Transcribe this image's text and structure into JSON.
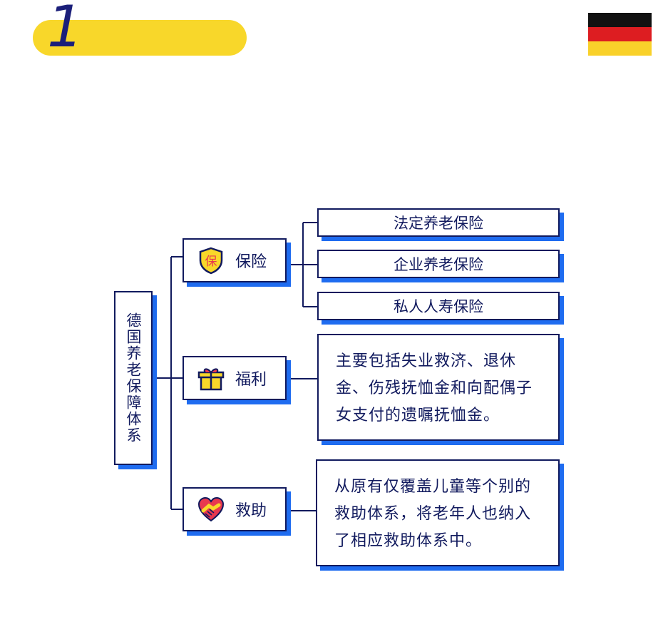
{
  "header": {
    "number": "1"
  },
  "colors": {
    "accent_yellow": "#f8d72a",
    "navy": "#111a5e",
    "shadow_blue": "#1f6cf0",
    "flag_black": "#111111",
    "flag_red": "#dd1d21",
    "flag_gold": "#f9d12a"
  },
  "root": {
    "label": "德国养老保障体系"
  },
  "categories": [
    {
      "label": "保险",
      "icon": "shield-icon",
      "icon_text": "保"
    },
    {
      "label": "福利",
      "icon": "gift-icon"
    },
    {
      "label": "救助",
      "icon": "heart-handshake-icon"
    }
  ],
  "insurance_items": [
    "法定养老保险",
    "企业养老保险",
    "私人人寿保险"
  ],
  "welfare_text": "主要包括失业救济、退休金、伤残抚恤金和向配偶子女支付的遗嘱抚恤金。",
  "assistance_text": "从原有仅覆盖儿童等个别的救助体系，将老年人也纳入了相应救助体系中。"
}
